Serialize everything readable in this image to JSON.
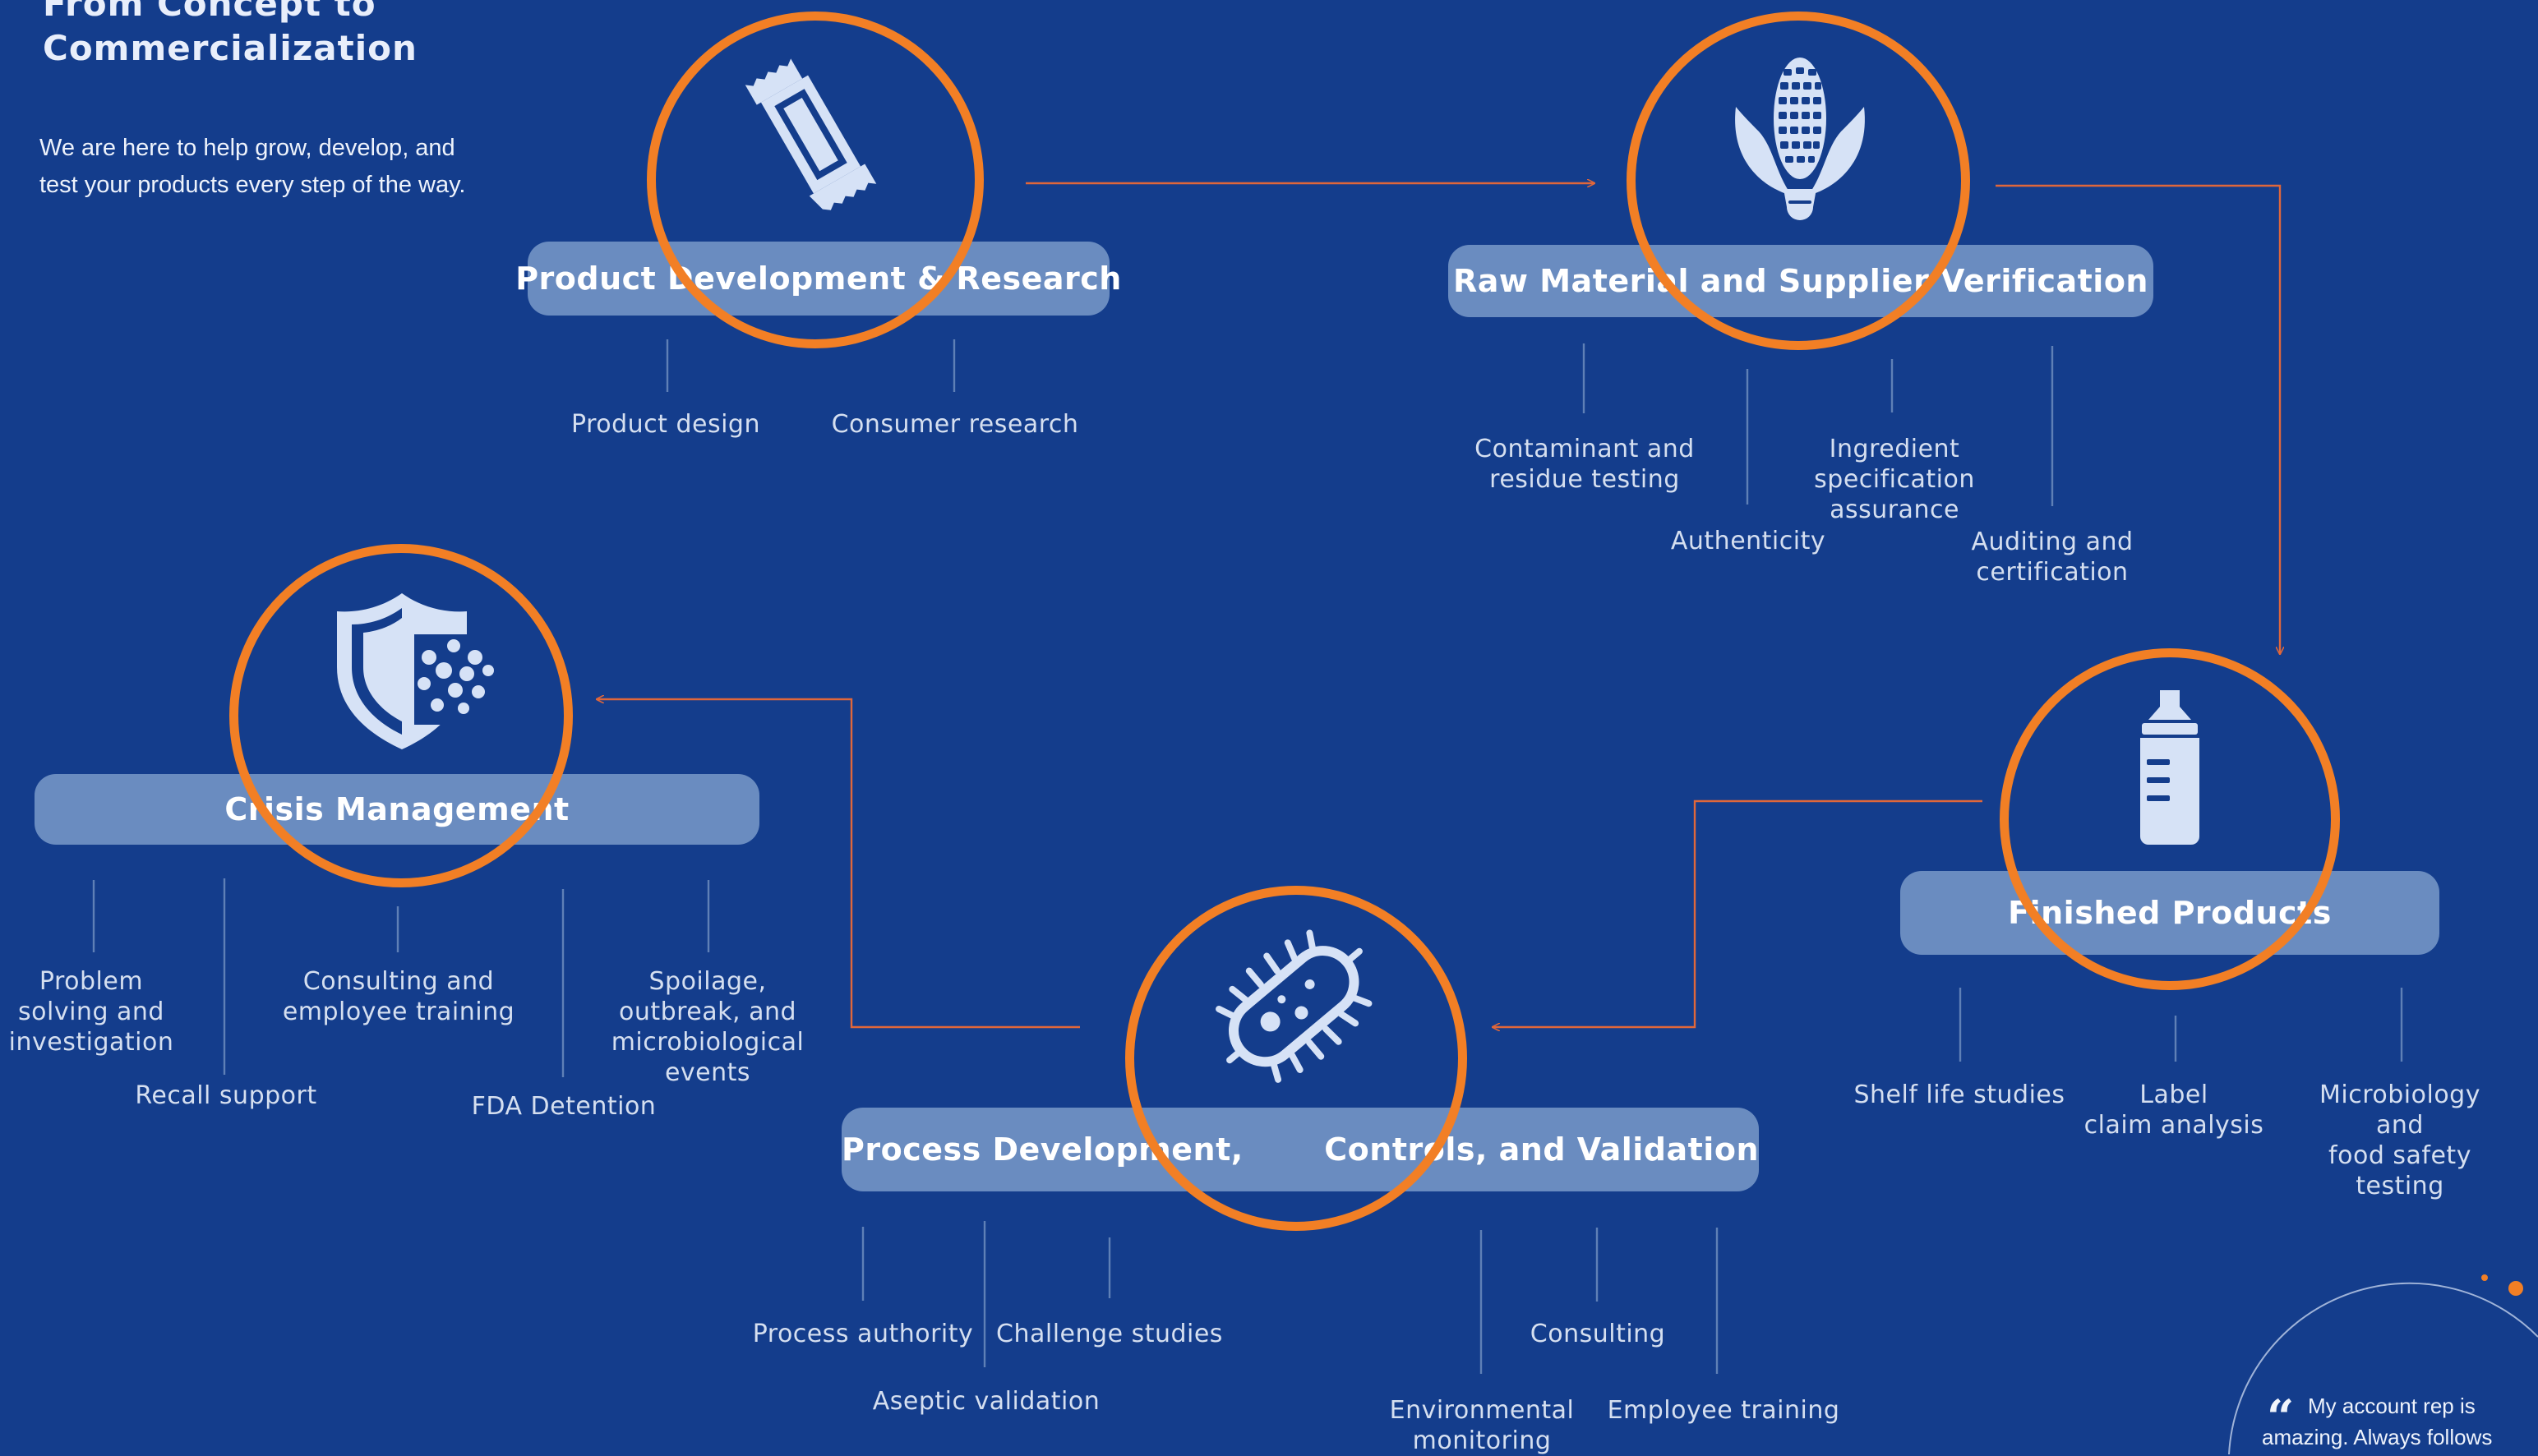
{
  "heading": "From Concept to\nCommercialization",
  "intro": "We are here to help grow, develop, and test your products every step of the way.",
  "colors": {
    "background": "#143d8c",
    "ring": "#f27f25",
    "pill": "#6a8cc0",
    "icon": "#d6e2f6",
    "connector": "#e0673a"
  },
  "stages": {
    "product_development": {
      "title": "Product Development & Research",
      "icon": "snack-bar-icon",
      "services": [
        "Product design",
        "Consumer research"
      ]
    },
    "raw_material": {
      "title": "Raw Material and Supplier Verification",
      "icon": "corn-icon",
      "services": [
        "Contaminant and\nresidue testing",
        "Authenticity",
        "Ingredient\nspecification\nassurance",
        "Auditing and\ncertification"
      ]
    },
    "finished_products": {
      "title": "Finished Products",
      "icon": "bottle-icon",
      "services": [
        "Shelf life studies",
        "Label\nclaim analysis",
        "Microbiology and\nfood safety testing"
      ]
    },
    "process_development": {
      "title_part1": "Process Development,",
      "title_part2": "Controls, and Validation",
      "icon": "bacteria-icon",
      "services": [
        "Process authority",
        "Aseptic validation",
        "Challenge studies",
        "Environmental\nmonitoring",
        "Consulting",
        "Employee training"
      ]
    },
    "crisis_management": {
      "title": "Crisis Management",
      "icon": "shield-icon",
      "services": [
        "Problem\nsolving and\ninvestigation",
        "Recall support",
        "Consulting and\nemployee training",
        "FDA Detention",
        "Spoilage,\noutbreak, and\nmicrobiological\nevents"
      ]
    }
  },
  "testimonial": {
    "quote_mark": "“",
    "text": "My account rep is amazing. Always follows"
  }
}
